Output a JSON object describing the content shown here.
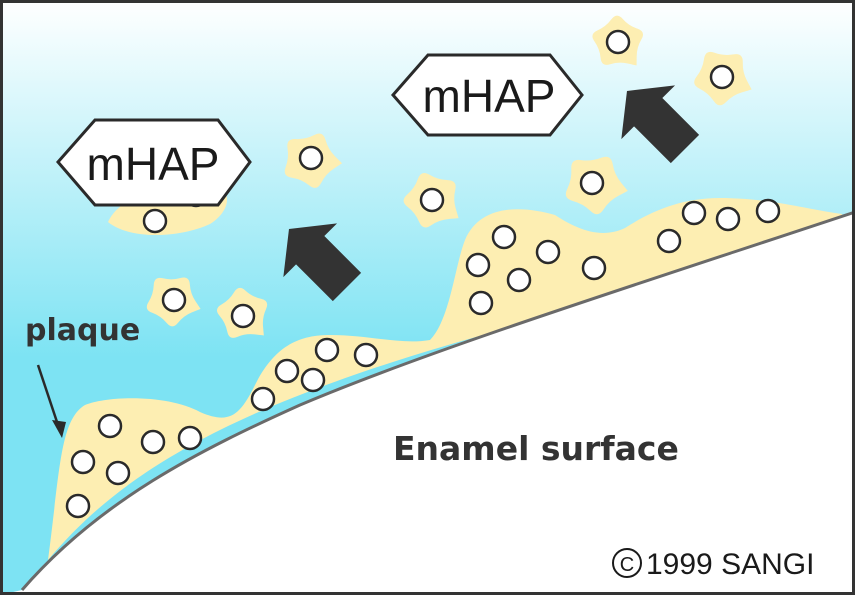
{
  "labels": {
    "mhap_left": "mHAP",
    "mhap_right": "mHAP",
    "plaque": "plaque",
    "enamel": "Enamel surface",
    "copyright_symbol": "C",
    "copyright_text": "1999  SANGI"
  },
  "colors": {
    "sky_top": "#ffffff",
    "sky_bottom": "#7de3f3",
    "plaque": "#fdeeb2",
    "enamel": "#ffffff",
    "arrow": "#333333",
    "particle_stroke": "#2a2a2a",
    "border": "#333333"
  },
  "icons": {
    "arrow": "arrow-up-left-icon",
    "particle": "hydroxyapatite-particle-icon"
  }
}
